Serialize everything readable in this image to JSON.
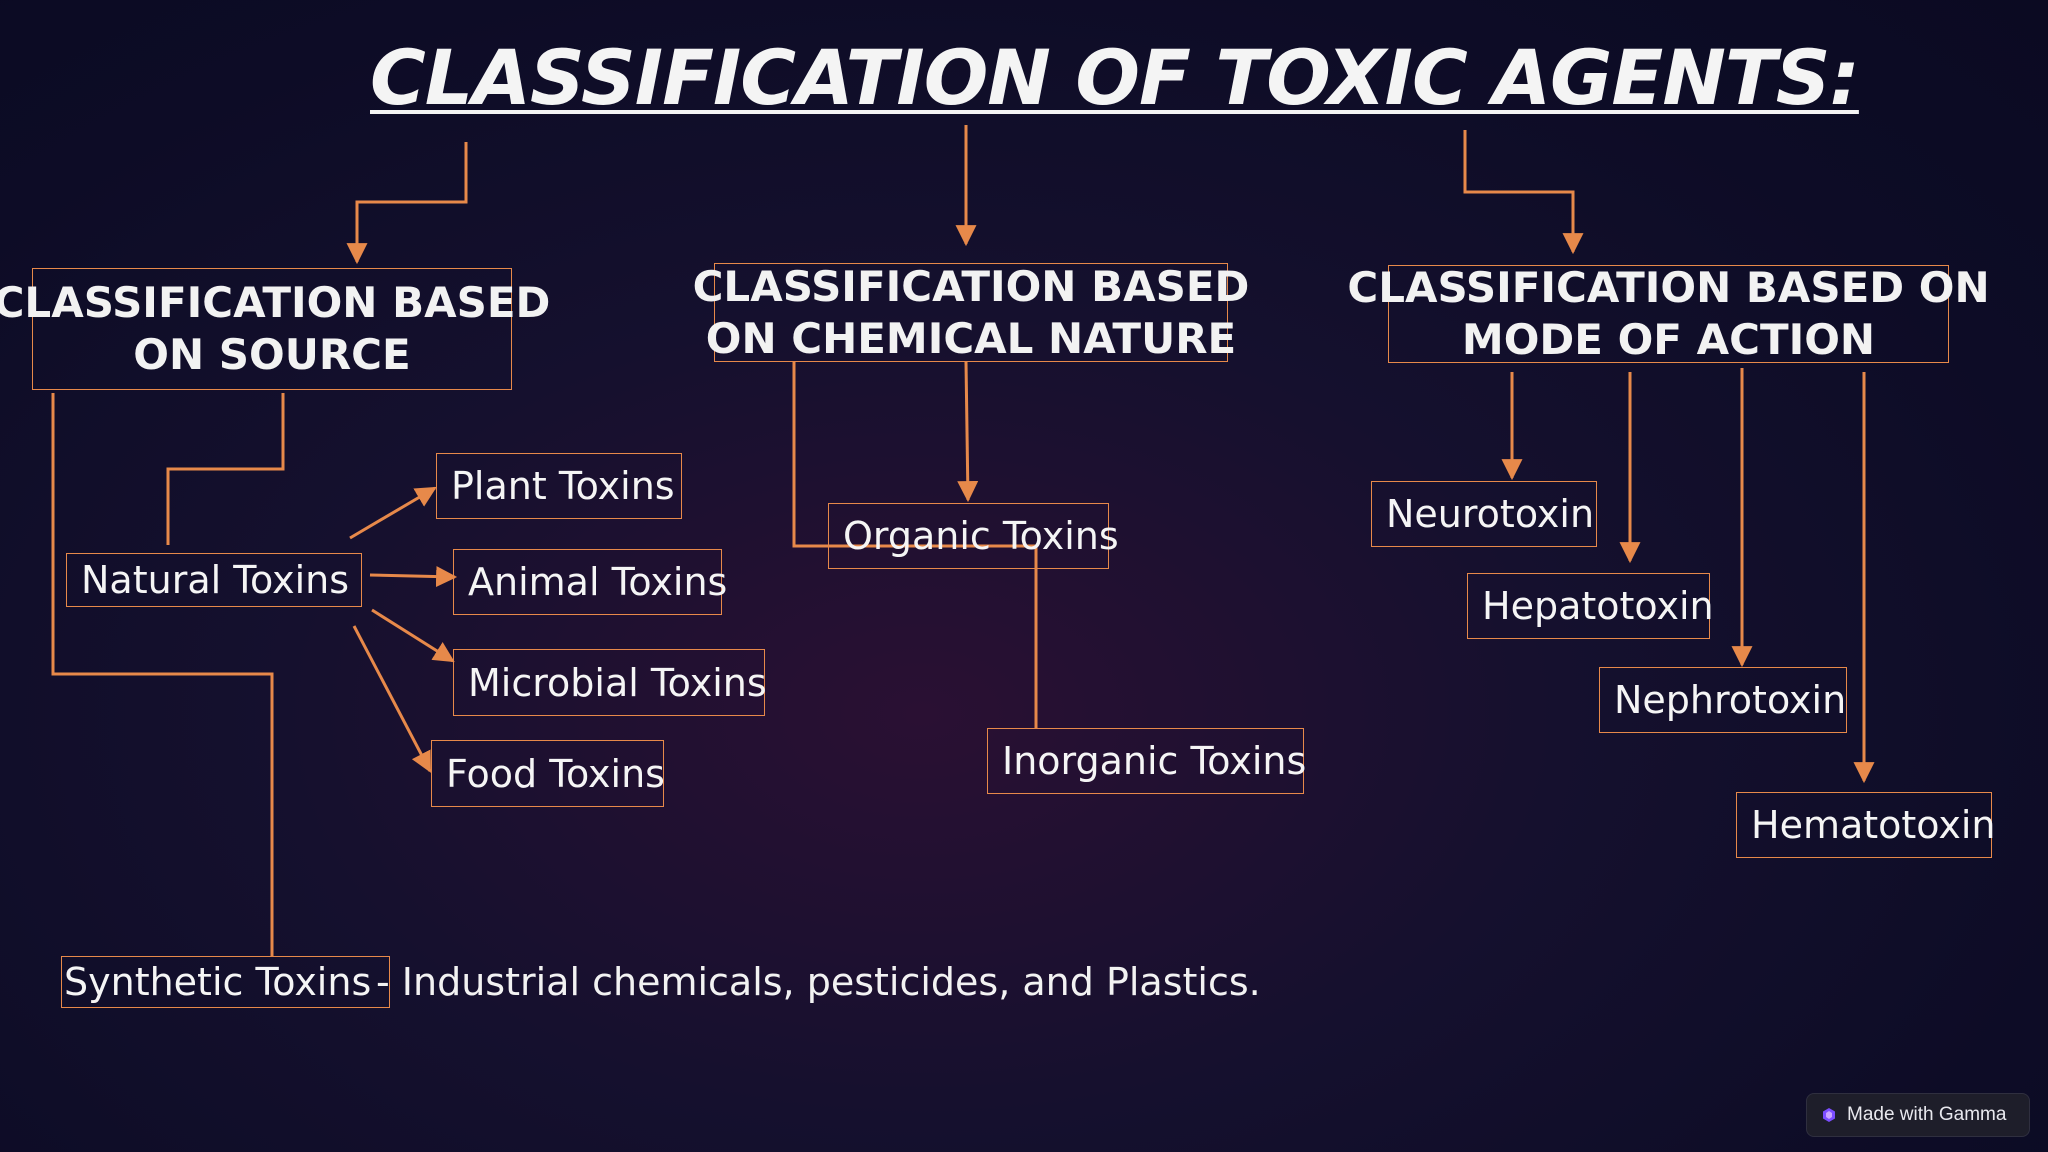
{
  "title": "CLASSIFICATION OF TOXIC AGENTS:",
  "categories": [
    {
      "line1": "CLASSIFICATION BASED",
      "line2": "ON SOURCE"
    },
    {
      "line1": "CLASSIFICATION BASED",
      "line2": "ON CHEMICAL NATURE"
    },
    {
      "line1": "CLASSIFICATION BASED ON",
      "line2": "MODE OF ACTION"
    }
  ],
  "source": {
    "natural": "Natural Toxins",
    "natural_types": [
      "Plant Toxins",
      "Animal Toxins",
      "Microbial Toxins",
      "Food Toxins"
    ],
    "synthetic": "Synthetic Toxins",
    "synthetic_desc": "- Industrial chemicals, pesticides, and Plastics."
  },
  "chemical": {
    "organic": "Organic Toxins",
    "inorganic": "Inorganic Toxins"
  },
  "mode_of_action": [
    "Neurotoxin",
    "Hepatotoxin",
    "Nephrotoxin",
    "Hematotoxin"
  ],
  "badge": {
    "label": "Made with Gamma",
    "icon": "gamma-logo-icon"
  },
  "colors": {
    "connector": "#e7894a",
    "background": "#0d0c26",
    "text": "#ffffff"
  }
}
